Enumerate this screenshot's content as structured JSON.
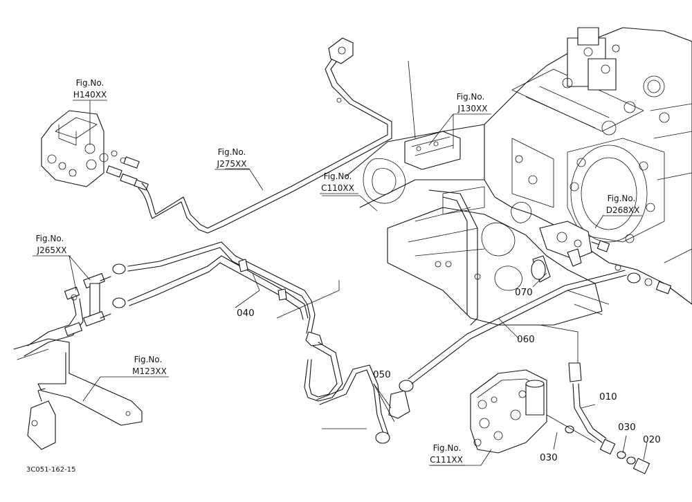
{
  "figure_refs": {
    "h140": {
      "line1": "Fig.No.",
      "line2": "H140XX"
    },
    "j275": {
      "line1": "Fig.No.",
      "line2": "J275XX"
    },
    "j130": {
      "line1": "Fig.No.",
      "line2": "J130XX"
    },
    "c110": {
      "line1": "Fig.No.",
      "line2": "C110XX"
    },
    "d268": {
      "line1": "Fig.No.",
      "line2": "D268XX"
    },
    "j265": {
      "line1": "Fig.No.",
      "line2": "J265XX"
    },
    "m123": {
      "line1": "Fig.No.",
      "line2": "M123XX"
    },
    "c111": {
      "line1": "Fig.No.",
      "line2": "C111XX"
    }
  },
  "part_numbers": {
    "p010": "010",
    "p020": "020",
    "p030a": "030",
    "p030b": "030",
    "p040": "040",
    "p050": "050",
    "p060": "060",
    "p070": "070"
  },
  "diagram_code": "3C051-162-15"
}
